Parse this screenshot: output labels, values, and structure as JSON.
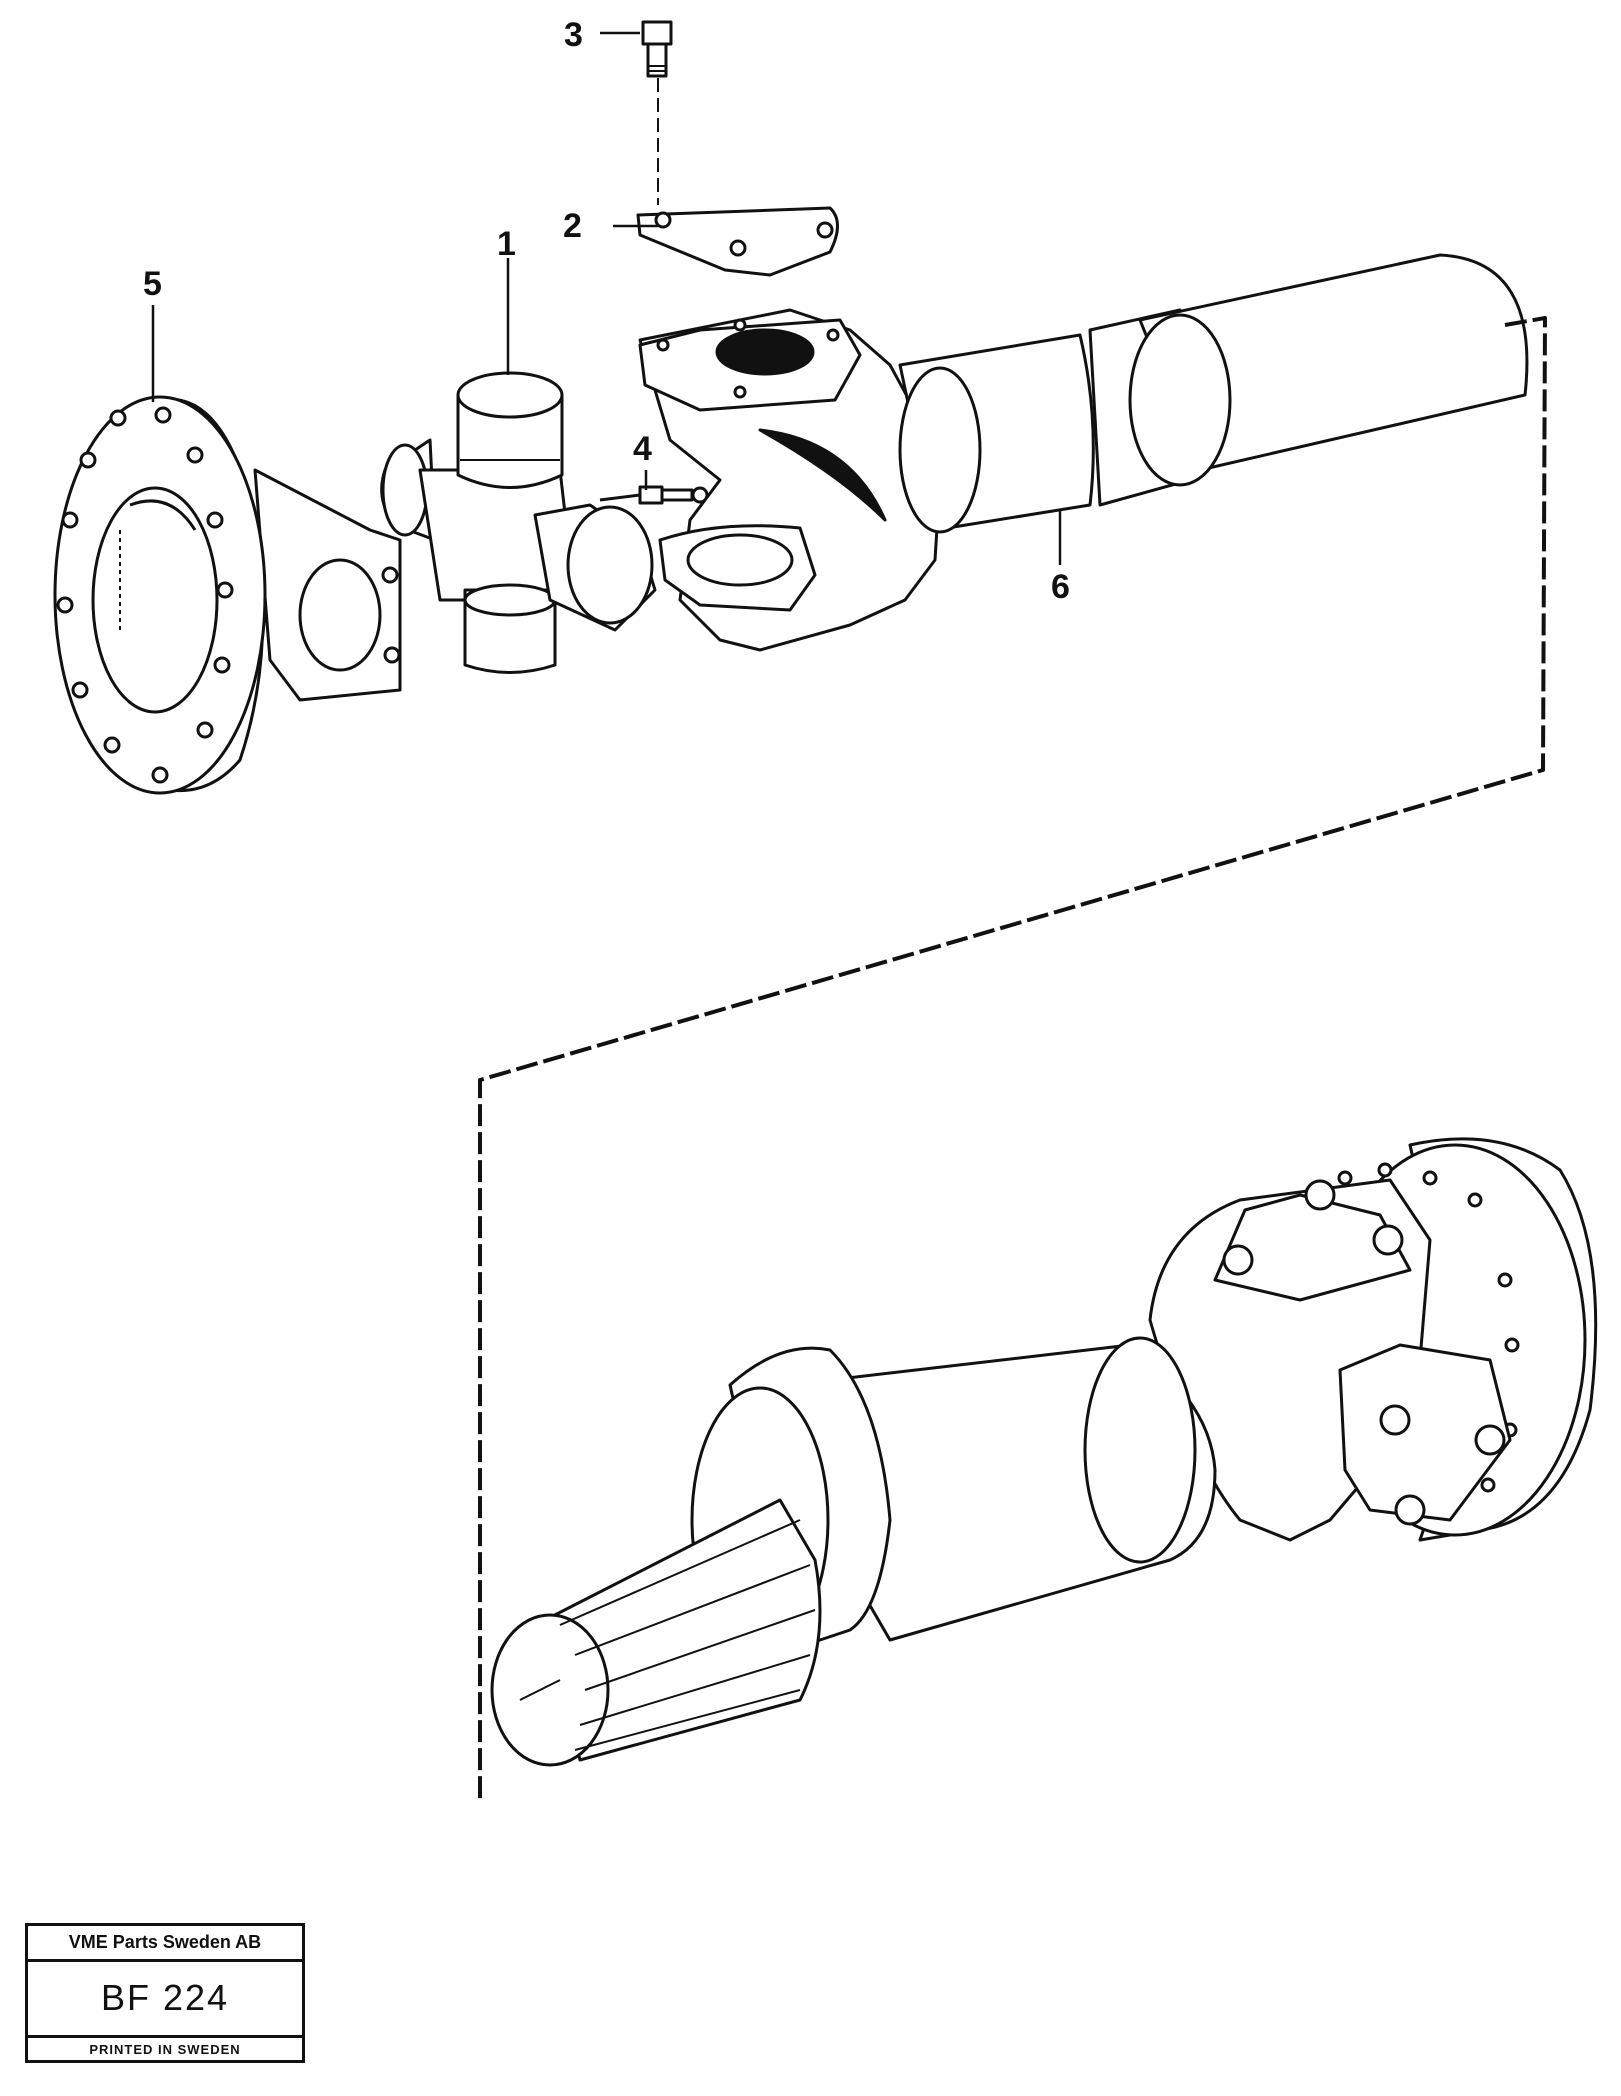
{
  "callouts": {
    "c1": "1",
    "c2": "2",
    "c3": "3",
    "c4": "4",
    "c5": "5",
    "c6": "6"
  },
  "stamp": {
    "company": "VME Parts Sweden AB",
    "code": "BF 224",
    "printed": "PRINTED IN SWEDEN"
  }
}
